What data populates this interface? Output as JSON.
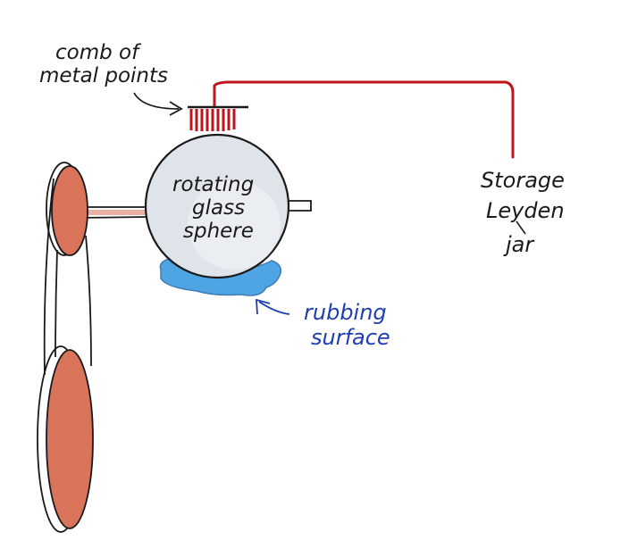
{
  "labels": {
    "comb_line1": "comb of",
    "comb_line2": "metal points",
    "sphere_line1": "rotating",
    "sphere_line2": "glass",
    "sphere_line3": "sphere",
    "storage_line1": "Storage",
    "storage_line2": "Leyden",
    "storage_line3": "jar",
    "rubbing_line1": "rubbing",
    "rubbing_line2": "surface"
  },
  "colors": {
    "ink": "#1a1a1a",
    "wire": "#c0141c",
    "rubbing_surface": "#3d9be0",
    "rubbing_label": "#1f3fb0",
    "wheel": "#d9735a",
    "sphere": "#dfe4ea"
  }
}
